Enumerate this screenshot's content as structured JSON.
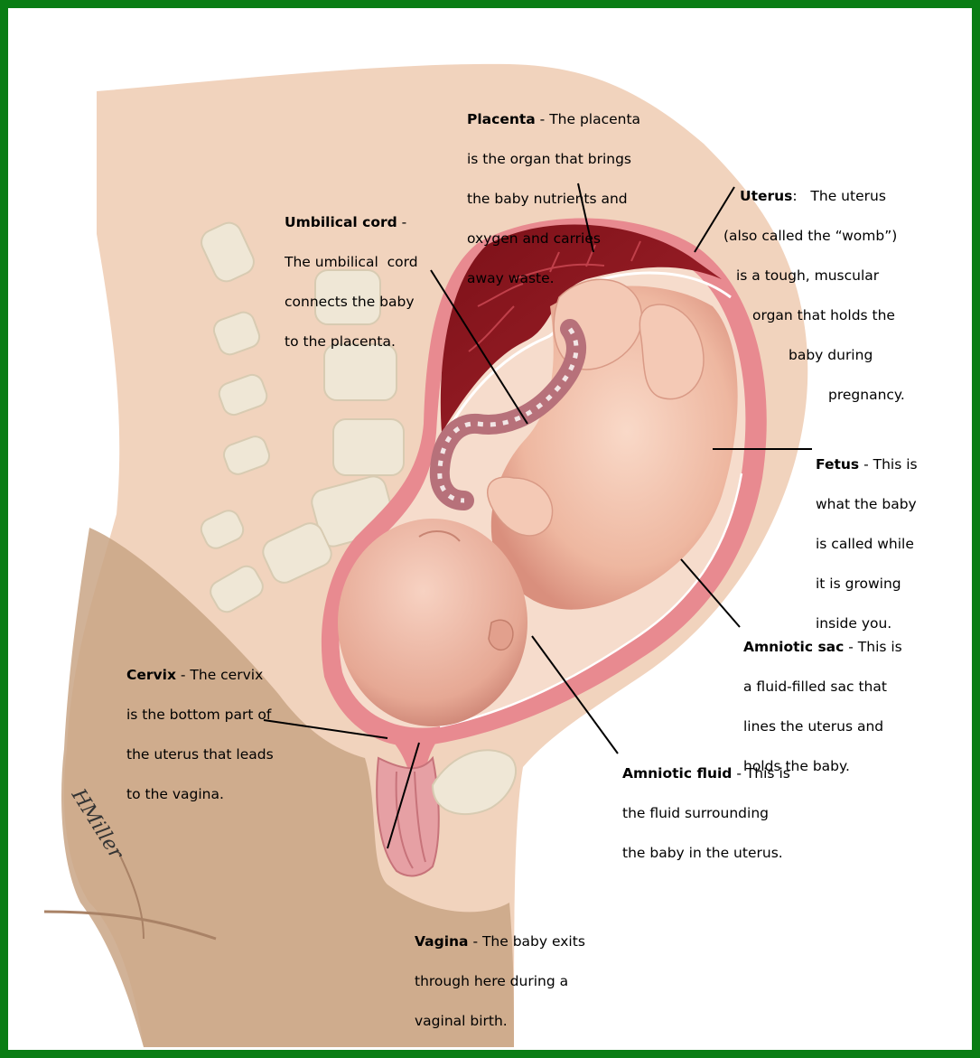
{
  "diagram": {
    "colors": {
      "border": "#0a7d14",
      "body_skin": "#f1d3bd",
      "dark_skin": "#c9a585",
      "uterus_wall": "#e88a90",
      "placenta": "#8e1a22",
      "fetus": "#f0bfa8",
      "amniotic_fluid": "#f6dccc",
      "umbilical_cord": "#b7717a",
      "bone": "#efe7d6"
    },
    "labels": {
      "placenta": {
        "term": "Placenta",
        "line1": " - The placenta",
        "line2": "is the organ that brings",
        "line3": "the baby nutrients and",
        "line4": "oxygen and carries",
        "line5": "away waste."
      },
      "uterus": {
        "term": "Uterus",
        "line1": ":   The uterus",
        "line2": "(also called the “womb”)",
        "line3": "is a tough, muscular",
        "line4": "organ that holds the",
        "line5": "baby during",
        "line6": "pregnancy."
      },
      "umbilical_cord": {
        "term": "Umbilical cord",
        "line1": " -",
        "line2": "The umbilical  cord",
        "line3": "connects the baby",
        "line4": "to the placenta."
      },
      "fetus": {
        "term": "Fetus",
        "line1": " - This is",
        "line2": "what the baby",
        "line3": "is called while",
        "line4": "it is growing",
        "line5": "inside you."
      },
      "amniotic_sac": {
        "term": "Amniotic sac",
        "line1": " - This is",
        "line2": "a fluid-filled sac that",
        "line3": "lines the uterus and",
        "line4": "holds the baby."
      },
      "cervix": {
        "term": "Cervix",
        "line1": " - The cervix",
        "line2": "is the bottom part of",
        "line3": "the uterus that leads",
        "line4": "to the vagina."
      },
      "amniotic_fluid": {
        "term": "Amniotic fluid",
        "line1": " - This is",
        "line2": "the fluid surrounding",
        "line3": "the baby in the uterus."
      },
      "vagina": {
        "term": "Vagina",
        "line1": " - The baby exits",
        "line2": "through here during a",
        "line3": "vaginal birth."
      }
    },
    "signature": "HMiller"
  }
}
